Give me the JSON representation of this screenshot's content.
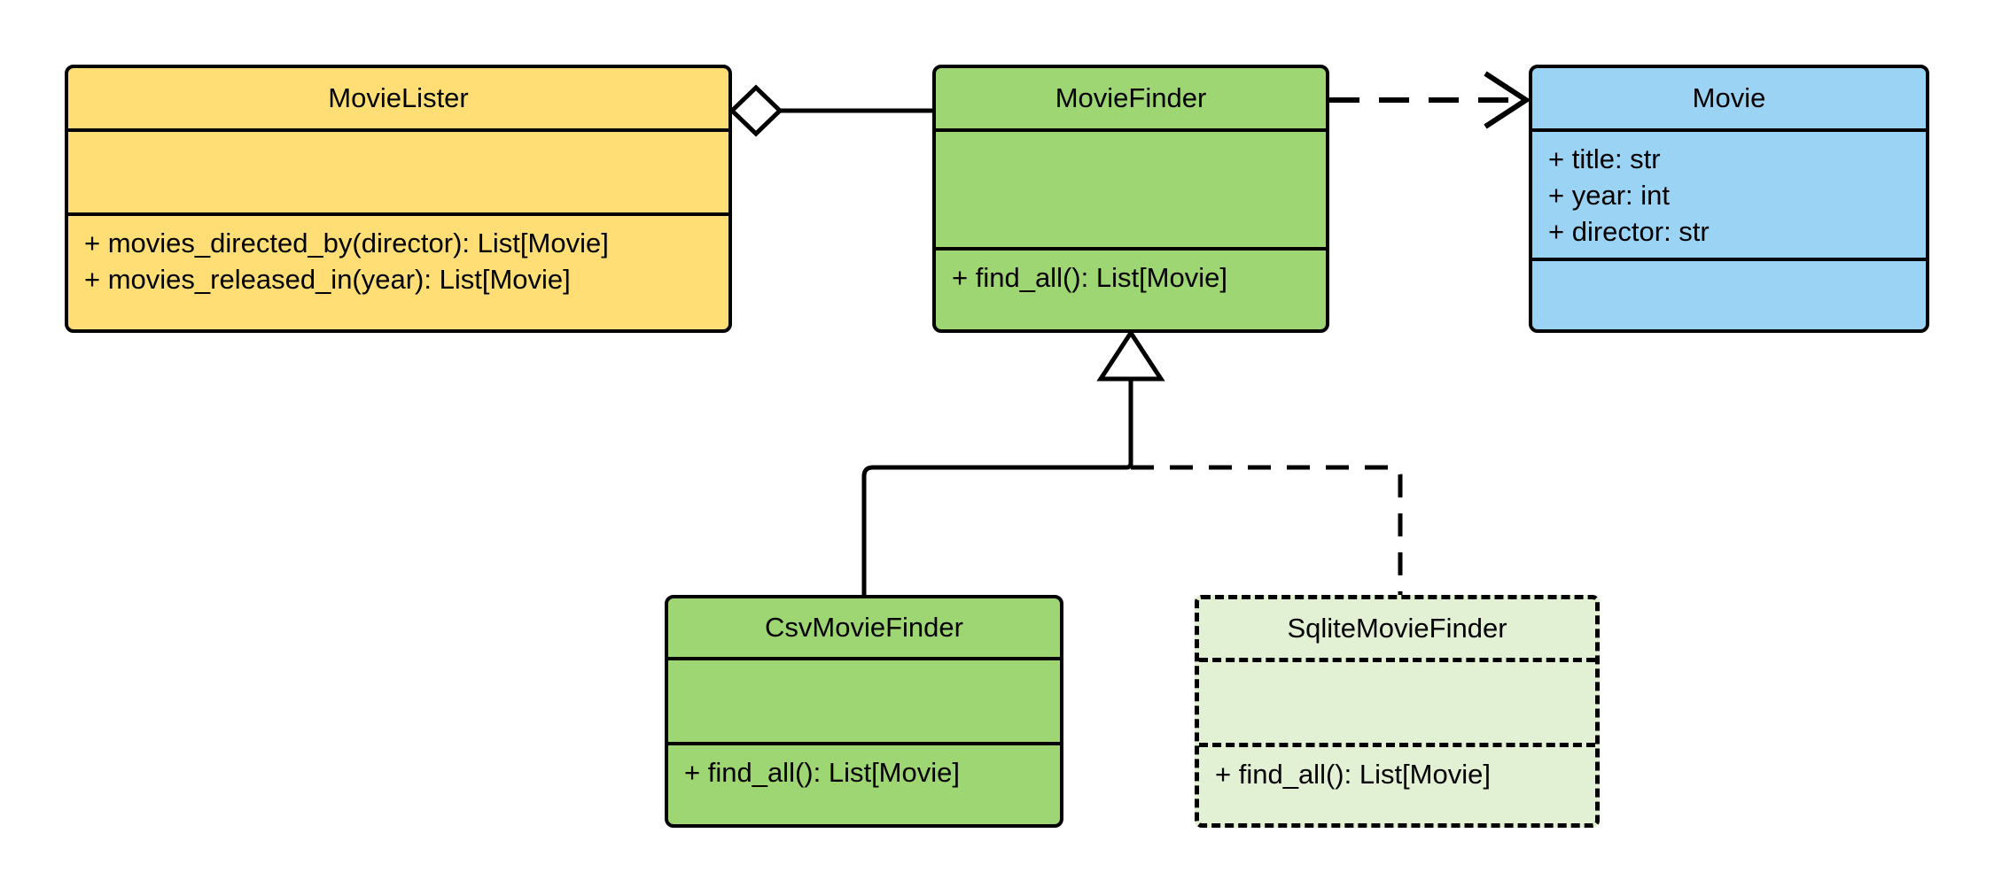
{
  "diagram": {
    "type": "uml-class-diagram",
    "title": "MovieLister dependency injection class diagram",
    "background_color": "#FFFFFF",
    "line_color": "#000000",
    "classes": [
      {
        "id": "movie-lister",
        "name": "MovieLister",
        "fill_color": "#FFDE75",
        "border_style": "solid",
        "attributes": [],
        "methods": [
          "+ movies_directed_by(director): List[Movie]",
          "+ movies_released_in(year): List[Movie]"
        ]
      },
      {
        "id": "movie-finder",
        "name": "MovieFinder",
        "fill_color": "#9DD672",
        "border_style": "solid",
        "attributes": [],
        "methods": [
          "+ find_all(): List[Movie]"
        ]
      },
      {
        "id": "movie",
        "name": "Movie",
        "fill_color": "#9BD3F5",
        "border_style": "solid",
        "attributes": [
          "+ title: str",
          "+ year: int",
          "+ director: str"
        ],
        "methods": []
      },
      {
        "id": "csv-movie-finder",
        "name": "CsvMovieFinder",
        "fill_color": "#9DD672",
        "border_style": "solid",
        "attributes": [],
        "methods": [
          "+ find_all(): List[Movie]"
        ]
      },
      {
        "id": "sqlite-movie-finder",
        "name": "SqliteMovieFinder",
        "fill_color": "#E2F0D4",
        "border_style": "dashed",
        "attributes": [],
        "methods": [
          "+ find_all(): List[Movie]"
        ]
      }
    ],
    "relationships": [
      {
        "id": "lister-aggregates-finder",
        "kind": "aggregation",
        "source": "MovieLister",
        "target": "MovieFinder",
        "line_style": "solid",
        "source_marker": "hollow-diamond",
        "target_marker": "none"
      },
      {
        "id": "finder-depends-movie",
        "kind": "dependency",
        "source": "MovieFinder",
        "target": "Movie",
        "line_style": "dashed",
        "source_marker": "none",
        "target_marker": "open-arrow"
      },
      {
        "id": "csv-inherits-finder",
        "kind": "generalization",
        "source": "CsvMovieFinder",
        "target": "MovieFinder",
        "line_style": "solid",
        "source_marker": "none",
        "target_marker": "hollow-triangle"
      },
      {
        "id": "sqlite-inherits-finder",
        "kind": "generalization",
        "source": "SqliteMovieFinder",
        "target": "MovieFinder",
        "line_style": "dashed",
        "source_marker": "none",
        "target_marker": "hollow-triangle"
      }
    ]
  }
}
